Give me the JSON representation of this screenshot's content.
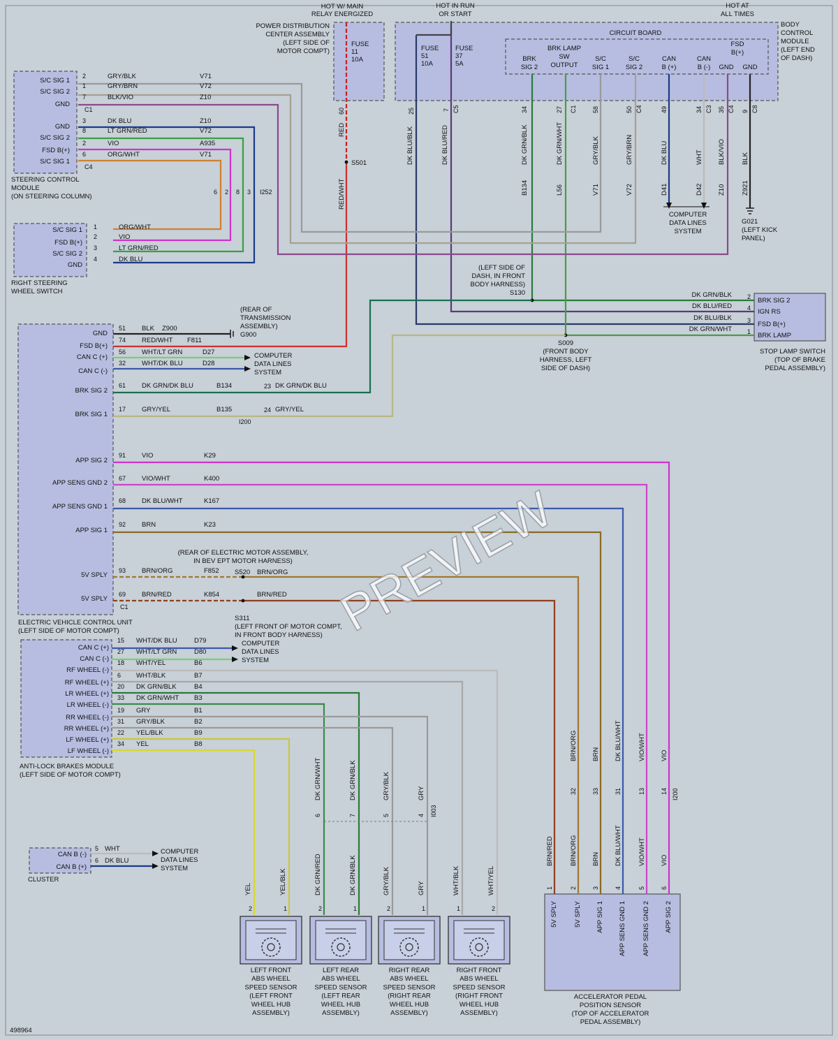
{
  "watermark": "PREVIEW",
  "diagram_id": "498964",
  "top": {
    "hot_main_relay": "HOT W/ MAIN RELAY ENERGIZED",
    "hot_run_start": "HOT IN RUN OR START",
    "hot_all_times": "HOT AT ALL TIMES",
    "pdc": "POWER DISTRIBUTION CENTER ASSEMBLY (LEFT SIDE OF MOTOR COMPT)",
    "fuse11": "FUSE 11 10A",
    "fuse51": "FUSE 51 10A",
    "fuse37": "FUSE 37 5A",
    "circuit_board": "CIRCUIT BOARD",
    "bcm": "BODY CONTROL MODULE (LEFT END OF DASH)",
    "bcm_pins": [
      "BRK SIG 2",
      "BRK LAMP SW OUTPUT",
      "S/C SIG 1",
      "S/C SIG 2",
      "CAN B (+)",
      "CAN B (-)",
      "GND",
      "GND"
    ],
    "fsd": "FSD B(+)"
  },
  "scm": {
    "title": "STEERING CONTROL MODULE (ON STEERING COLUMN)",
    "pins": [
      "S/C SIG 1",
      "S/C SIG 2",
      "GND",
      "GND",
      "S/C SIG 2",
      "FSD B(+)",
      "S/C SIG 1"
    ]
  },
  "rsw": {
    "title": "RIGHT STEERING WHEEL SWITCH",
    "pins": [
      "S/C SIG 1",
      "FSD B(+)",
      "S/C SIG 2",
      "GND"
    ]
  },
  "evcu": {
    "title": "ELECTRIC VEHICLE CONTROL UNIT (LEFT SIDE OF MOTOR COMPT)",
    "pins": [
      "GND",
      "FSD B(+)",
      "CAN C (+)",
      "CAN C (-)",
      "BRK SIG 2",
      "BRK SIG 1",
      "APP SIG 2",
      "APP SENS GND 2",
      "APP SENS GND 1",
      "APP SIG 1",
      "5V SPLY",
      "5V SPLY"
    ]
  },
  "abs": {
    "title": "ANTI-LOCK BRAKES MODULE (LEFT SIDE OF MOTOR COMPT)",
    "pins": [
      "CAN C (+)",
      "CAN C (-)",
      "RF WHEEL (-)",
      "RF WHEEL (+)",
      "LR WHEEL (+)",
      "LR WHEEL (-)",
      "RR WHEEL (-)",
      "RR WHEEL (+)",
      "LF WHEEL (+)",
      "LF WHEEL (-)"
    ]
  },
  "cluster": {
    "title": "CLUSTER",
    "pins": [
      "CAN B (-)",
      "CAN B (+)"
    ]
  },
  "stop_lamp": {
    "title": "STOP LAMP SWITCH (TOP OF BRAKE PEDAL ASSEMBLY)",
    "pins": [
      "BRK SIG 2",
      "IGN RS",
      "FSD B(+)",
      "BRK LAMP"
    ]
  },
  "app": {
    "title": "ACCELERATOR PEDAL POSITION SENSOR (TOP OF ACCELERATOR PEDAL ASSEMBLY)",
    "pins": [
      "5V SPLY",
      "5V SPLY",
      "APP SIG 1",
      "APP SENS GND 1",
      "APP SENS GND 2",
      "APP SIG 2"
    ]
  },
  "sensors": [
    {
      "title": "LEFT FRONT ABS WHEEL SPEED SENSOR (LEFT FRONT WHEEL HUB ASSEMBLY)"
    },
    {
      "title": "LEFT REAR ABS WHEEL SPEED SENSOR (LEFT REAR WHEEL HUB ASSEMBLY)"
    },
    {
      "title": "RIGHT REAR ABS WHEEL SPEED SENSOR (RIGHT REAR WHEEL HUB ASSEMBLY)"
    },
    {
      "title": "RIGHT FRONT ABS WHEEL SPEED SENSOR (RIGHT FRONT WHEEL HUB ASSEMBLY)"
    }
  ],
  "notes": {
    "cdl": "COMPUTER DATA LINES SYSTEM",
    "g900": "(REAR OF TRANSMISSION ASSEMBLY)",
    "g900_id": "G900",
    "g021": "G021 (LEFT KICK PANEL)",
    "s130": "(LEFT SIDE OF DASH, IN FRONT BODY HARNESS) S130",
    "s009": "S009 (FRONT BODY HARNESS, LEFT SIDE OF DASH)",
    "s501": "S501",
    "s520": "(REAR OF ELECTRIC MOTOR ASSEMBLY, IN BEV EPT MOTOR HARNESS)",
    "s520_id": "S520",
    "s311": "S311 (LEFT FRONT OF MOTOR COMPT, IN FRONT BODY HARNESS)",
    "i252": "I252",
    "i200": "I200",
    "i003": "I003"
  },
  "colors": {
    "gry_blk": "#9a9a9a",
    "gry_brn": "#a8a090",
    "blk_vio": "#8a4a8a",
    "dk_blu": "#1a3a8a",
    "lt_grn_red": "#3aa040",
    "vio": "#cc33cc",
    "org_wht": "#d08030",
    "red": "#cc2020",
    "red_wht": "#cc3030",
    "wht_lt_grn": "#7acc7a",
    "wht_dk_blu": "#3a5aaa",
    "dk_grn_dk_blu": "#1a7050",
    "gry_yel": "#b8b880",
    "vio_wht": "#cc44cc",
    "dk_blu_wht": "#3a5aaa",
    "brn": "#8a6a20",
    "brn_org": "#a07830",
    "brn_red": "#904020",
    "wht_blk": "#a8a8a8",
    "dk_grn_blk": "#2a7a3a",
    "dk_grn_wht": "#3a8a4a",
    "gry": "#9a9a9a",
    "yel_blk": "#c8c840",
    "yel": "#d8d830",
    "wht": "#bbbbbb",
    "dk_blu_red": "#5a3a7a",
    "dk_blu_blk": "#2a3a6a",
    "blk": "#222222",
    "l56": "#4a9a4a"
  }
}
